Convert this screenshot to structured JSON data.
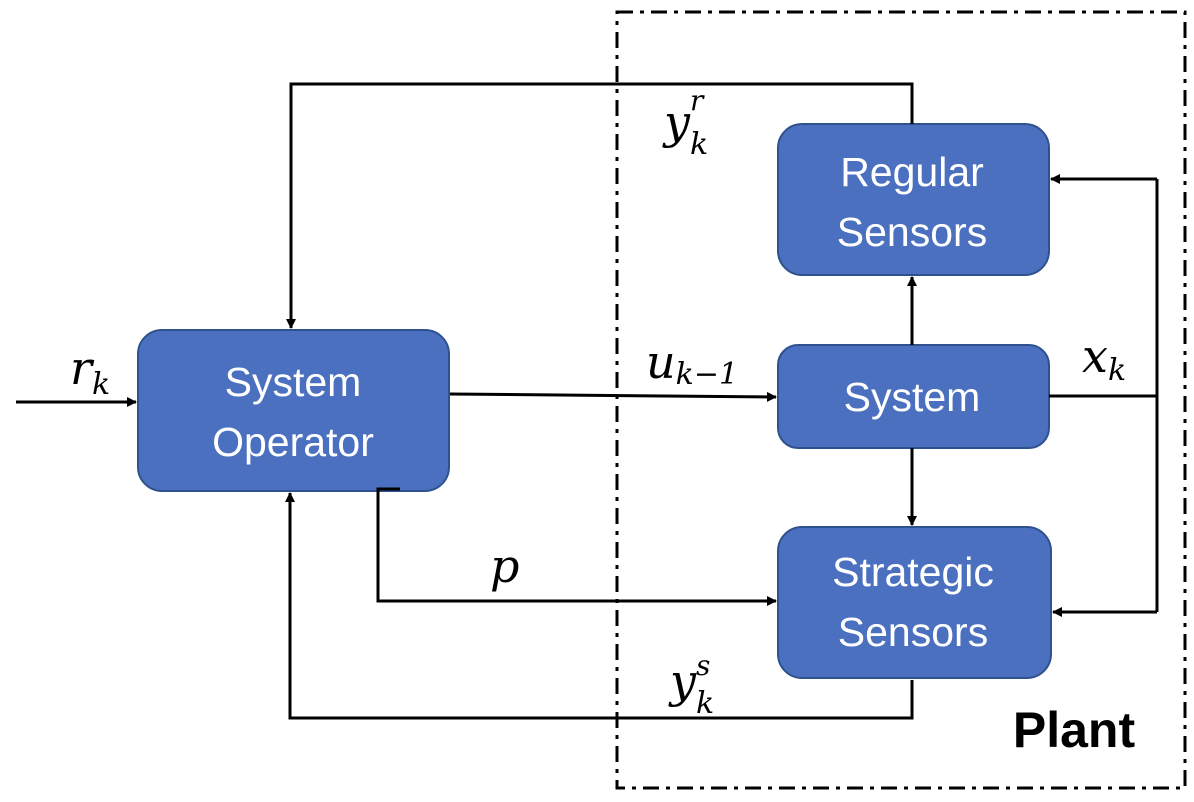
{
  "blocks": {
    "operator": {
      "line1": "System",
      "line2": "Operator"
    },
    "regular_sensors": {
      "line1": "Regular",
      "line2": "Sensors"
    },
    "system": {
      "line1": "System"
    },
    "strategic_sensors": {
      "line1": "Strategic",
      "line2": "Sensors"
    }
  },
  "signals": {
    "reference": {
      "base": "r",
      "sub": "k"
    },
    "regular_output": {
      "base": "y",
      "sub": "k",
      "sup": "r"
    },
    "control_input": {
      "base": "u",
      "sub": "k−1"
    },
    "state": {
      "base": "x",
      "sub": "k"
    },
    "payment": {
      "base": "p"
    },
    "strategic_output": {
      "base": "y",
      "sub": "k",
      "sup": "s"
    }
  },
  "plant_label": "Plant",
  "colors": {
    "block_fill": "#4a70bf",
    "block_stroke": "#2f528f",
    "block_text": "#ffffff",
    "line": "#000000"
  }
}
